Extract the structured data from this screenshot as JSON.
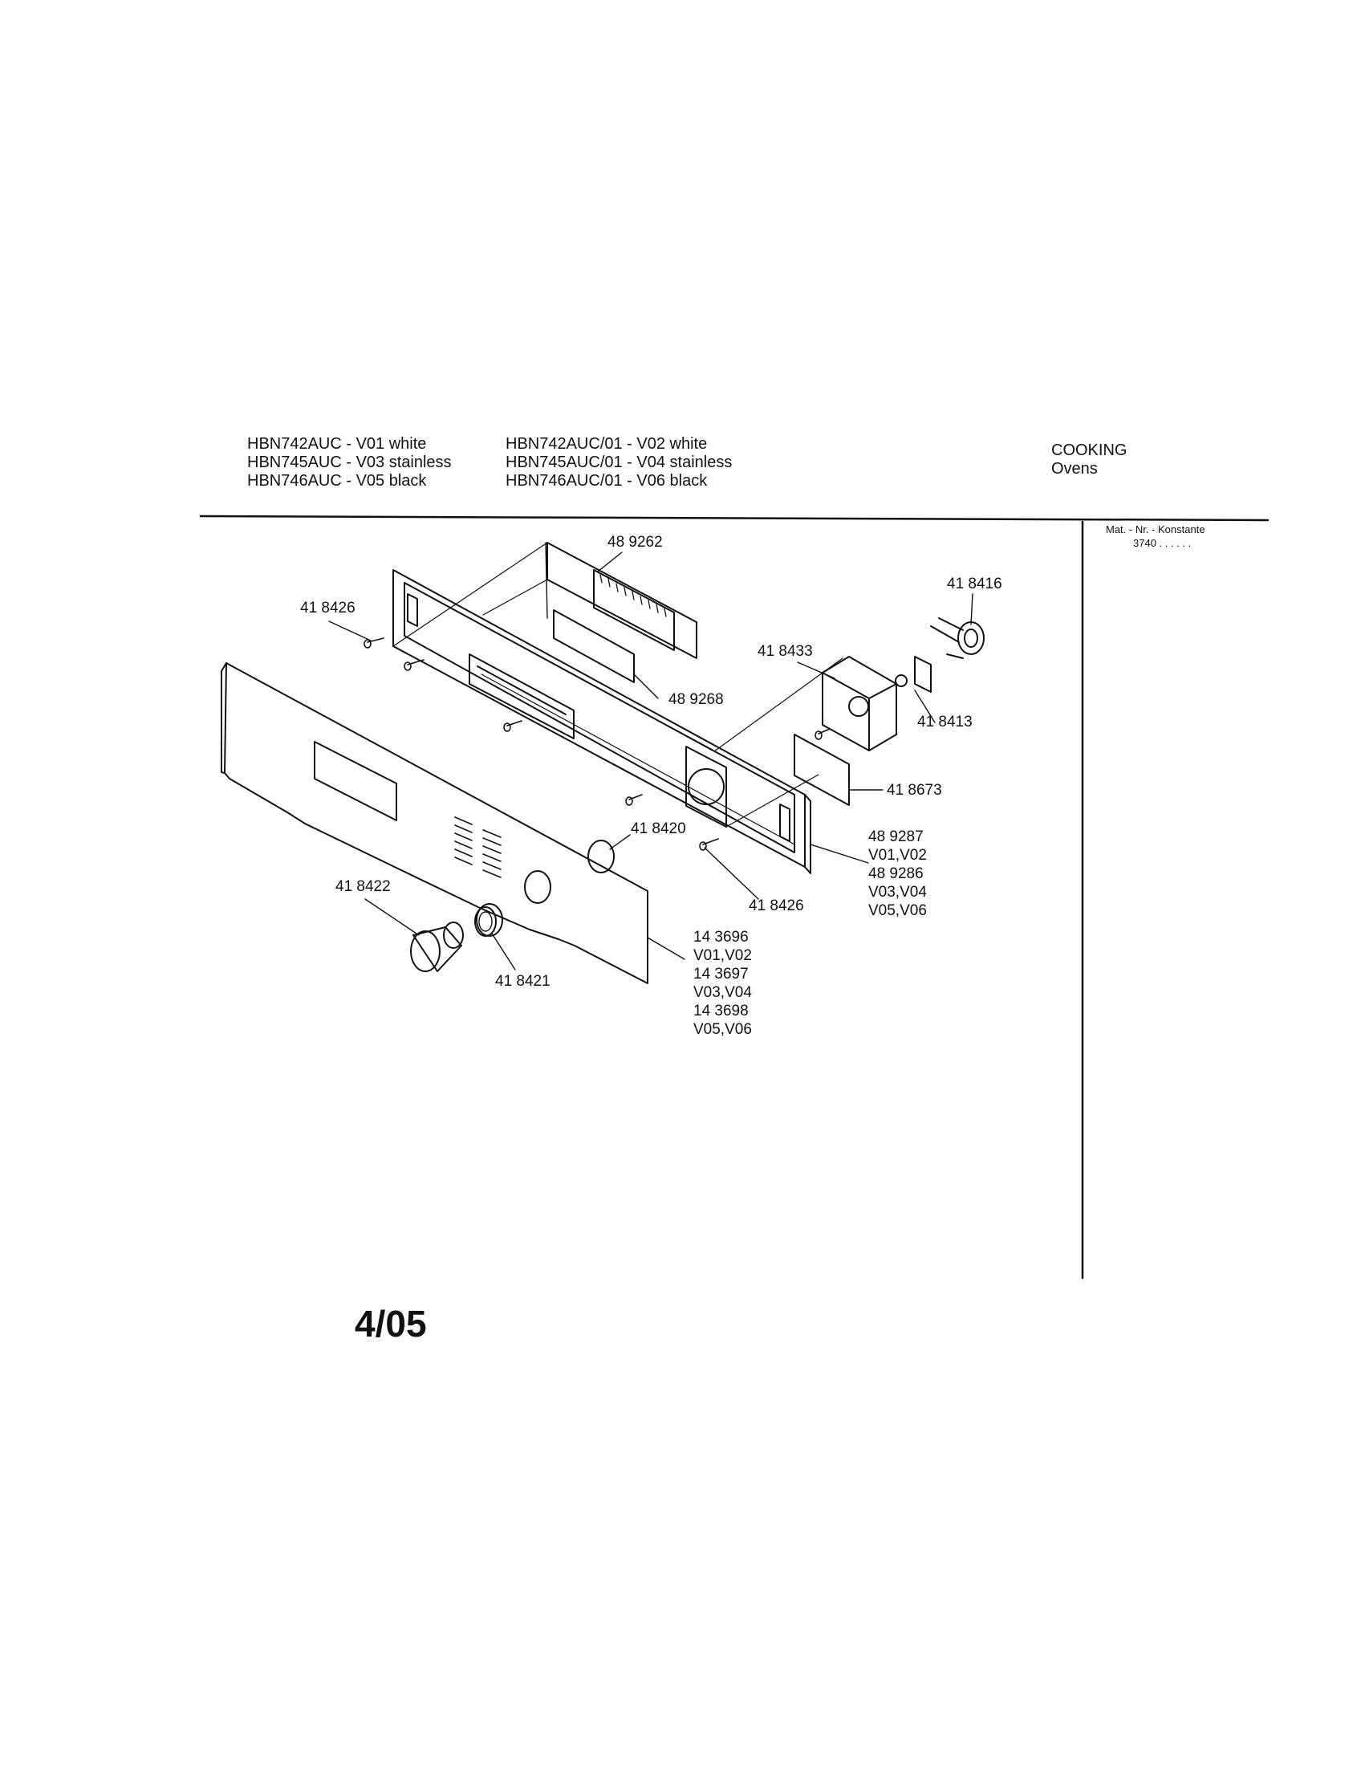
{
  "header": {
    "models_left": [
      "HBN742AUC - V01 white",
      "HBN745AUC - V03 stainless",
      "HBN746AUC - V05 black"
    ],
    "models_right": [
      "HBN742AUC/01 - V02 white",
      "HBN745AUC/01 - V04 stainless",
      "HBN746AUC/01 - V06 black"
    ],
    "category": "COOKING",
    "subcategory": "Ovens"
  },
  "side_panel": {
    "label": "Mat. - Nr. - Konstante",
    "value": "3740 . .   . . . ."
  },
  "parts": {
    "p489262": "48 9262",
    "p418426a": "41 8426",
    "p418416": "41 8416",
    "p418433": "41 8433",
    "p489268": "48 9268",
    "p418413": "41 8413",
    "p418673": "41 8673",
    "p418420": "41 8420",
    "p418422": "41 8422",
    "p418426b": "41 8426",
    "p418421": "41 8421",
    "trim_variants": [
      "48 9287",
      "V01,V02",
      "48 9286",
      "V03,V04",
      "V05,V06"
    ],
    "panel_variants": [
      "14 3696",
      "V01,V02",
      "14 3697",
      "V03,V04",
      "14 3698",
      "V05,V06"
    ]
  },
  "footer": {
    "page_code": "4/05"
  }
}
